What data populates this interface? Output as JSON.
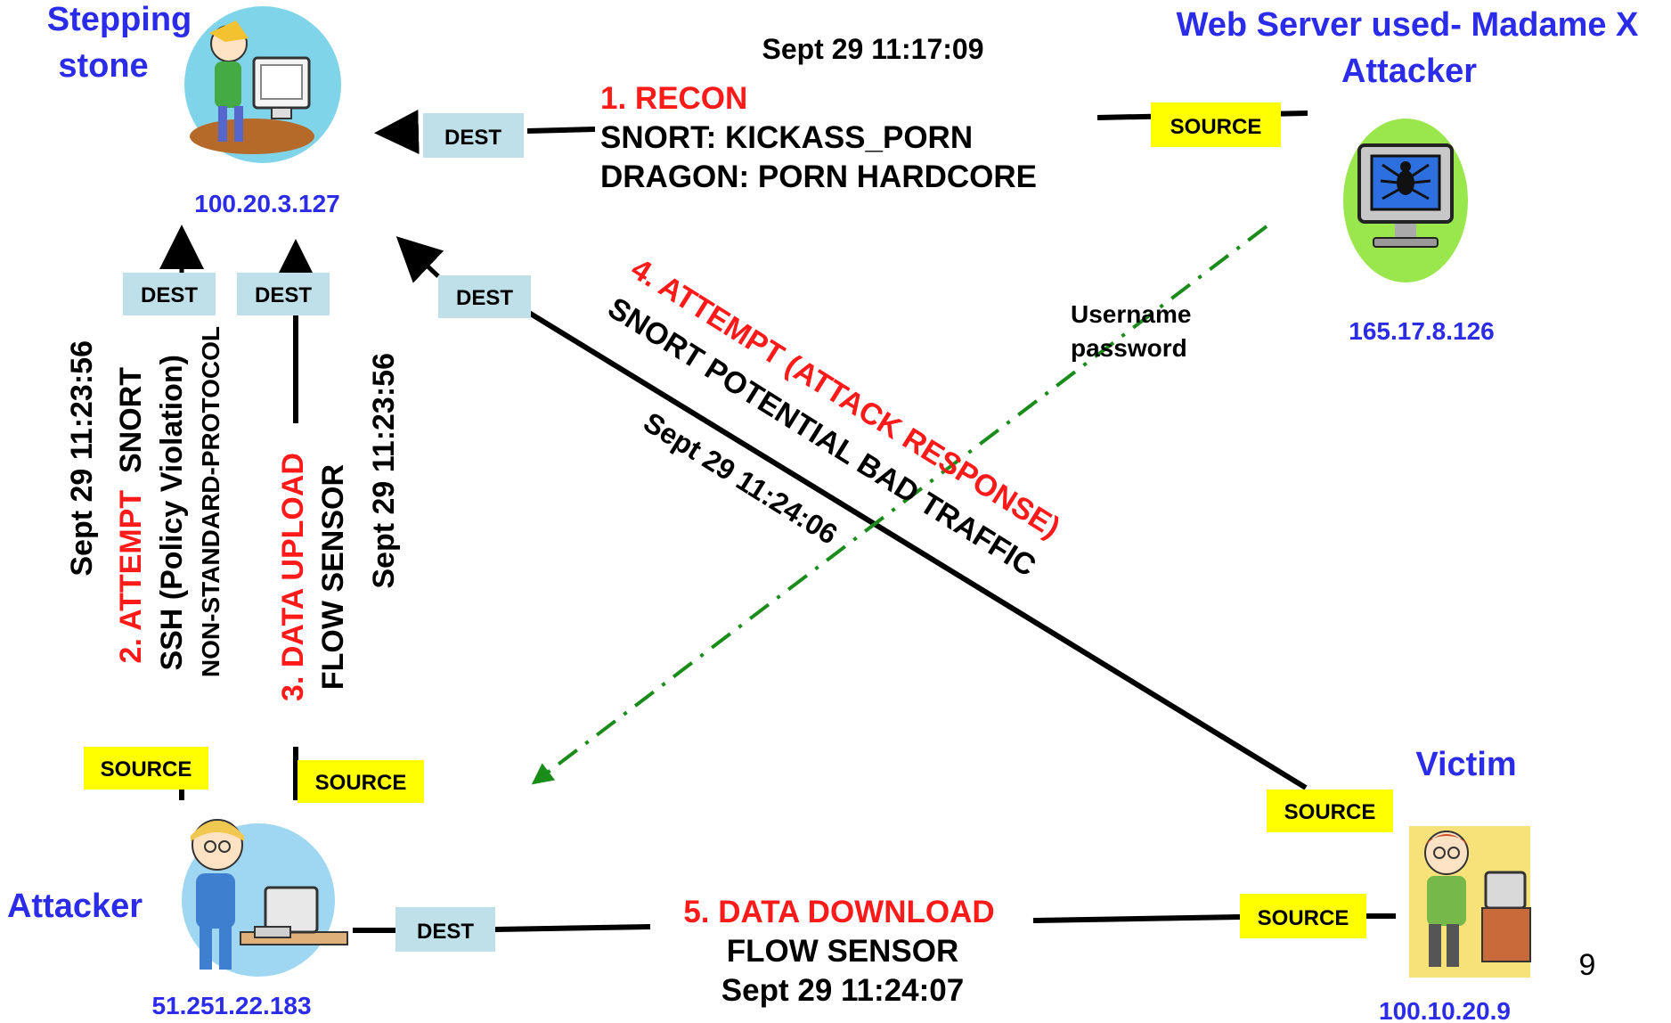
{
  "colors": {
    "node_label": "#2b2bea",
    "alert": "#ff1a1a",
    "text": "#000000",
    "tag_dest": "#bfe0e8",
    "tag_source": "#ffff00",
    "exfil_line": "#1a8c1a"
  },
  "nodes": {
    "stepping_stone": {
      "name_line1": "Stepping",
      "name_line2": "stone",
      "ip": "100.20.3.127"
    },
    "web_server": {
      "name_line1": "Web Server used- Madame X",
      "name_line2": "Attacker",
      "ip": "165.17.8.126"
    },
    "attacker": {
      "name": "Attacker",
      "ip": "51.251.22.183"
    },
    "victim": {
      "name": "Victim",
      "ip": "100.10.20.9"
    }
  },
  "tags": {
    "dest": "DEST",
    "source": "SOURCE"
  },
  "events": {
    "recon": {
      "time": "Sept 29 11:17:09",
      "title": "1. RECON",
      "line1": "SNORT: KICKASS_PORN",
      "line2": "DRAGON: PORN  HARDCORE"
    },
    "attempt_ssh": {
      "time": "Sept 29 11:23:56",
      "title": "2. ATTEMPT",
      "title_suffix": "  SNORT",
      "line1": "SSH (Policy Violation)",
      "line2": "NON-STANDARD-PROTOCOL"
    },
    "data_upload": {
      "title": "3. DATA UPLOAD",
      "line1": "FLOW SENSOR",
      "time": "Sept 29 11:23:56"
    },
    "attack_response": {
      "title": "4. ATTEMPT (ATTACK RESPONSE)",
      "line1": "SNORT POTENTIAL BAD TRAFFIC",
      "time": "Sept 29 11:24:06"
    },
    "data_download": {
      "title": "5. DATA DOWNLOAD",
      "line1": "FLOW SENSOR",
      "time": "Sept 29 11:24:07"
    }
  },
  "credentials": {
    "line1": "Username",
    "line2": "password"
  },
  "page_number": "9",
  "icons": {
    "stepping_stone": "person-at-computer-icon",
    "web_server": "spider-monitor-icon",
    "attacker": "girl-at-computer-icon",
    "victim": "man-at-computer-icon"
  }
}
